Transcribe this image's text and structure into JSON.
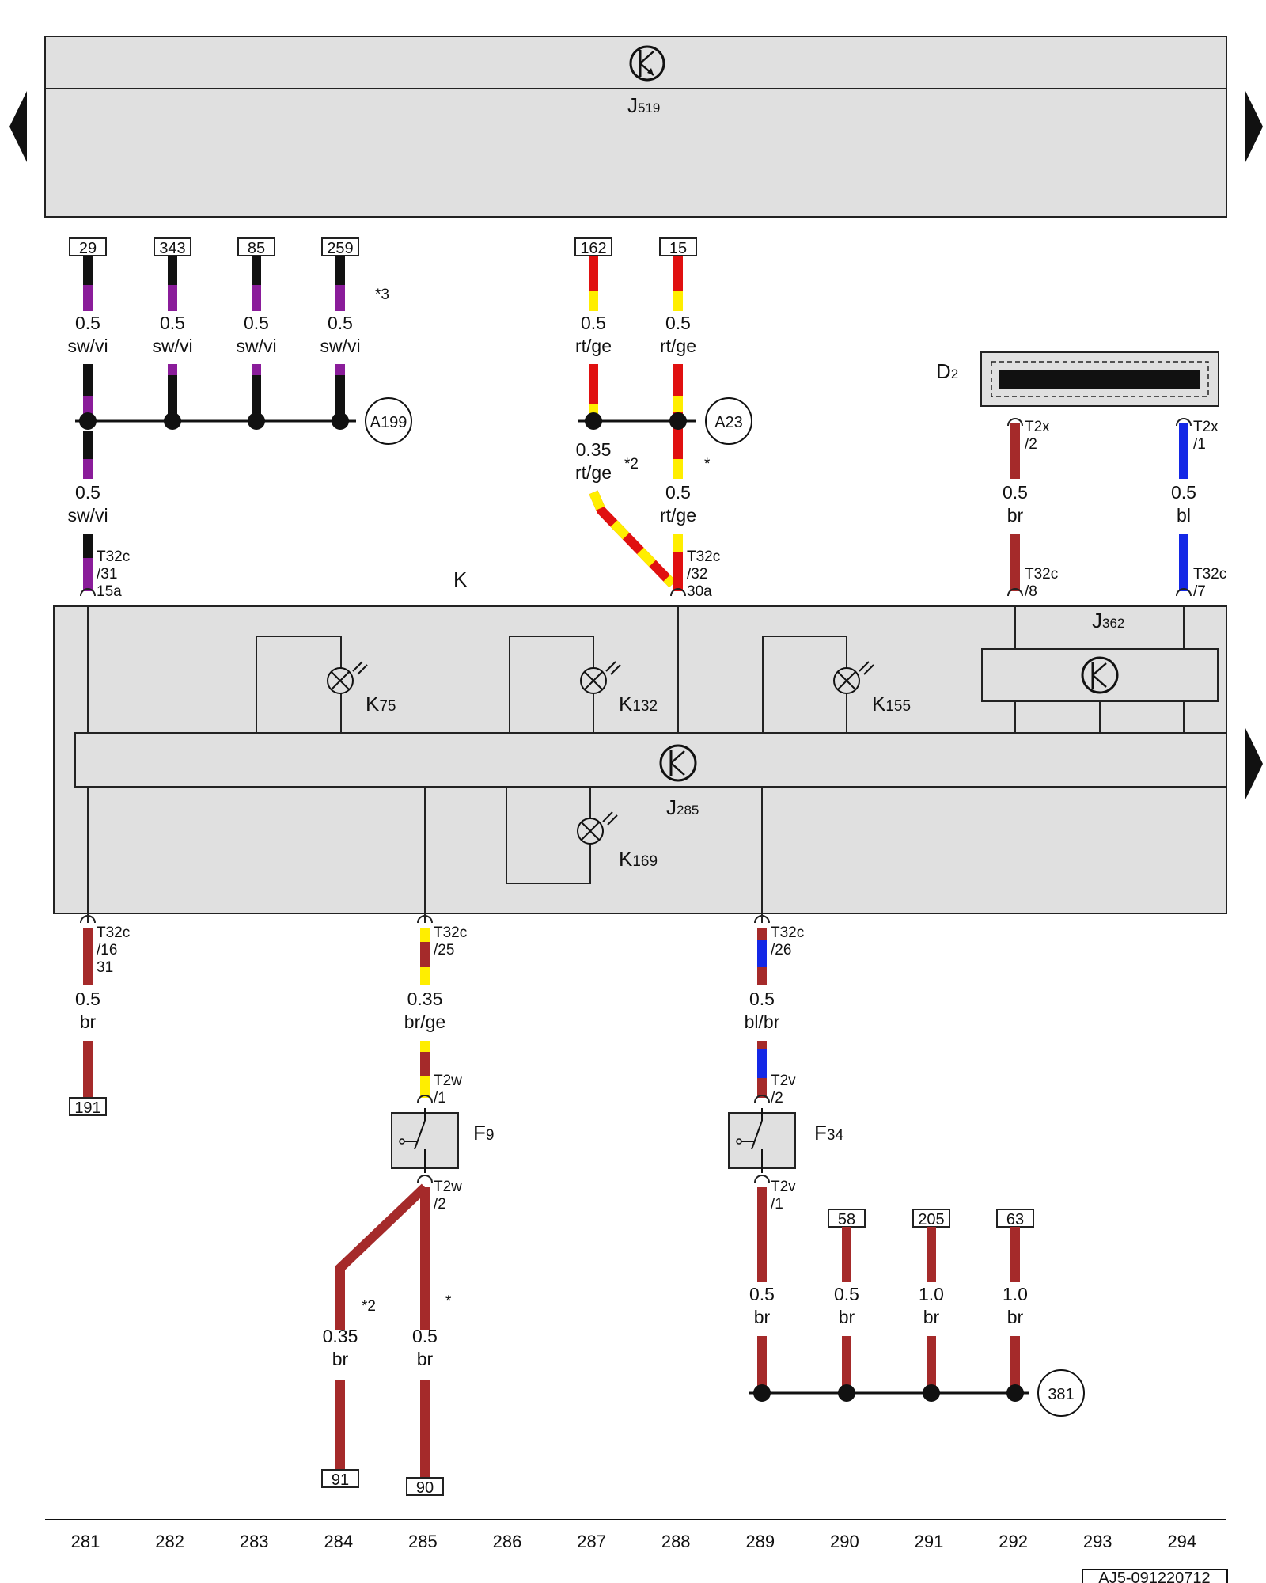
{
  "colors": {
    "sw": "#111111",
    "vi": "#8a1c9a",
    "rt": "#e01010",
    "ge": "#ffee00",
    "br": "#a52a2a",
    "bl": "#1428e6",
    "housing": "#e0e0e0"
  },
  "components": {
    "J519": {
      "main": "J",
      "sub": "519"
    },
    "K": {
      "main": "K",
      "sub": ""
    },
    "D2": {
      "main": "D",
      "sub": "2"
    },
    "J362": {
      "main": "J",
      "sub": "362"
    },
    "J285": {
      "main": "J",
      "sub": "285"
    },
    "K75": {
      "main": "K",
      "sub": "75"
    },
    "K132": {
      "main": "K",
      "sub": "132"
    },
    "K155": {
      "main": "K",
      "sub": "155"
    },
    "K169": {
      "main": "K",
      "sub": "169"
    },
    "F9": {
      "main": "F",
      "sub": "9"
    },
    "F34": {
      "main": "F",
      "sub": "34"
    }
  },
  "references": {
    "r29": "29",
    "r343": "343",
    "r85": "85",
    "r259": "259",
    "r162": "162",
    "r15": "15",
    "r191": "191",
    "r91": "91",
    "r90": "90",
    "r58": "58",
    "r205": "205",
    "r63": "63"
  },
  "connections": {
    "A199": "A199",
    "A23": "A23",
    "c381": "381"
  },
  "wire_labels": {
    "w1": {
      "size": "0.5",
      "color": "sw/vi"
    },
    "w2": {
      "size": "0.5",
      "color": "sw/vi"
    },
    "w3": {
      "size": "0.5",
      "color": "sw/vi"
    },
    "w4": {
      "size": "0.5",
      "color": "sw/vi"
    },
    "w5": {
      "size": "0.5",
      "color": "sw/vi"
    },
    "w6": {
      "size": "0.5",
      "color": "rt/ge"
    },
    "w7": {
      "size": "0.5",
      "color": "rt/ge"
    },
    "w8": {
      "size": "0.35",
      "color": "rt/ge"
    },
    "w9": {
      "size": "0.5",
      "color": "rt/ge"
    },
    "w10": {
      "size": "0.5",
      "color": "br"
    },
    "w11": {
      "size": "0.5",
      "color": "bl"
    },
    "w12": {
      "size": "0.5",
      "color": "br"
    },
    "w13": {
      "size": "0.35",
      "color": "br/ge"
    },
    "w14": {
      "size": "0.5",
      "color": "bl/br"
    },
    "w15": {
      "size": "0.35",
      "color": "br"
    },
    "w16": {
      "size": "0.5",
      "color": "br"
    },
    "w17": {
      "size": "0.5",
      "color": "br"
    },
    "w18": {
      "size": "0.5",
      "color": "br"
    },
    "w19": {
      "size": "1.0",
      "color": "br"
    },
    "w20": {
      "size": "1.0",
      "color": "br"
    }
  },
  "pins": {
    "p_t32c_31": {
      "l1": "T32c",
      "l2": "/31",
      "l3": "15a"
    },
    "p_t32c_32": {
      "l1": "T32c",
      "l2": "/32",
      "l3": "30a"
    },
    "p_t32c_8": {
      "l1": "T32c",
      "l2": "/8"
    },
    "p_t32c_7": {
      "l1": "T32c",
      "l2": "/7"
    },
    "p_t2x_2": {
      "l1": "T2x",
      "l2": "/2"
    },
    "p_t2x_1": {
      "l1": "T2x",
      "l2": "/1"
    },
    "p_t32c_16": {
      "l1": "T32c",
      "l2": "/16",
      "l3": "31"
    },
    "p_t32c_25": {
      "l1": "T32c",
      "l2": "/25"
    },
    "p_t32c_26": {
      "l1": "T32c",
      "l2": "/26"
    },
    "p_t2w_1": {
      "l1": "T2w",
      "l2": "/1"
    },
    "p_t2w_2": {
      "l1": "T2w",
      "l2": "/2"
    },
    "p_t2v_2": {
      "l1": "T2v",
      "l2": "/2"
    },
    "p_t2v_1": {
      "l1": "T2v",
      "l2": "/1"
    }
  },
  "notes": {
    "n1": "*3",
    "n2": "*2",
    "n3": "*",
    "n4": "*2",
    "n5": "*"
  },
  "columns": [
    "281",
    "282",
    "283",
    "284",
    "285",
    "286",
    "287",
    "288",
    "289",
    "290",
    "291",
    "292",
    "293",
    "294"
  ],
  "drawing_id": "AJ5-091220712",
  "nav": {
    "left": "previous-page-arrow",
    "right": "next-page-arrow",
    "right2": "continuation-arrow"
  }
}
